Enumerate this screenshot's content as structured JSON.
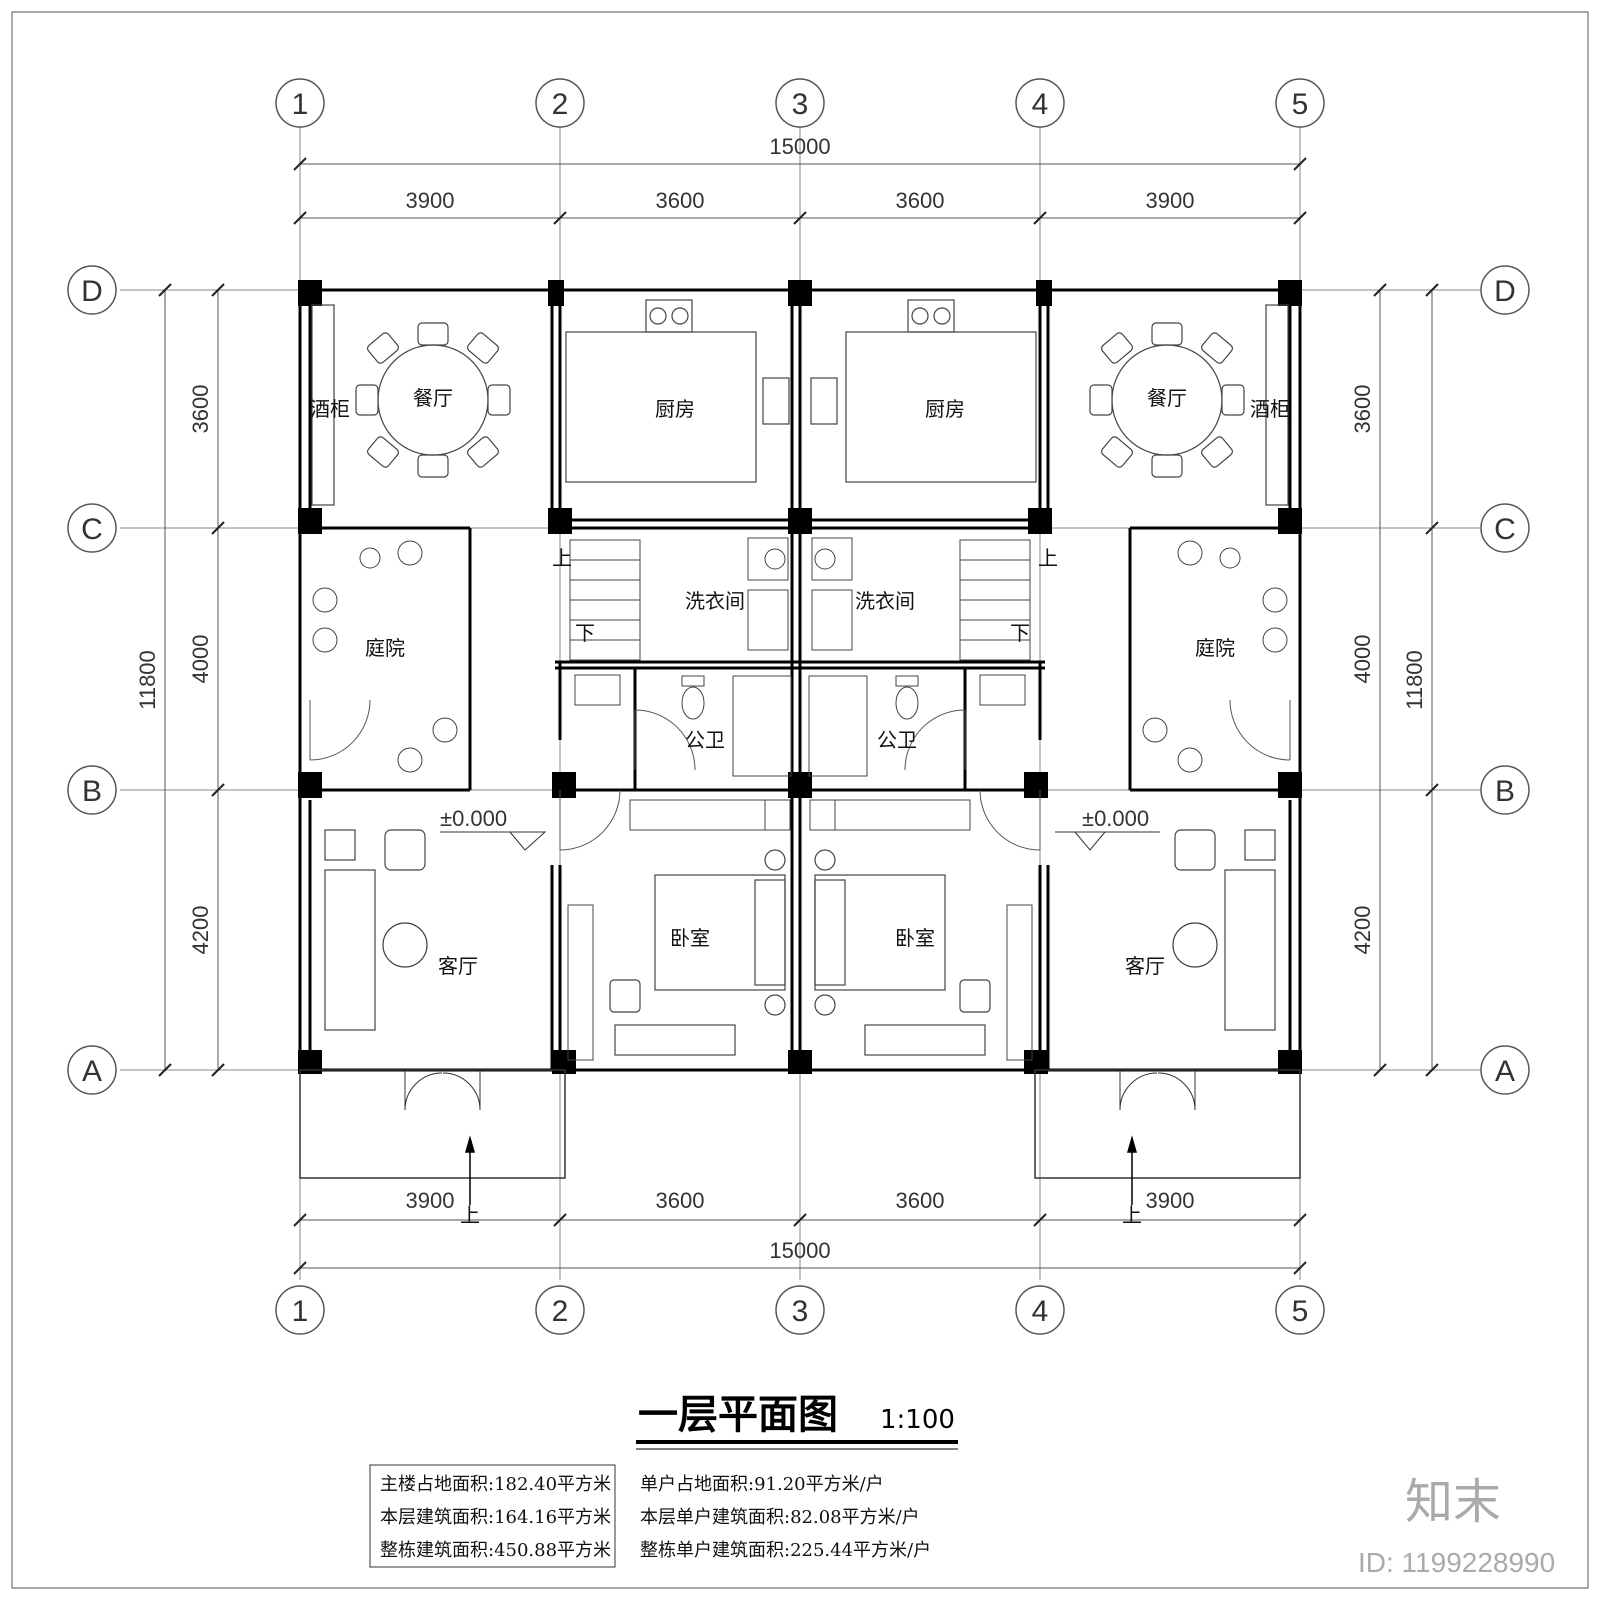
{
  "axes": {
    "columns": [
      "1",
      "2",
      "3",
      "4",
      "5"
    ],
    "rows": [
      "D",
      "C",
      "B",
      "A"
    ]
  },
  "dimensions": {
    "top_total": "15000",
    "top_segments": [
      "3900",
      "3600",
      "3600",
      "3900"
    ],
    "bottom_segments": [
      "3900",
      "3600",
      "3600",
      "3900"
    ],
    "bottom_total": "15000",
    "left_segments": [
      "3600",
      "4000",
      "4200"
    ],
    "left_total": "11800",
    "right_segments": [
      "3600",
      "4000",
      "4200"
    ],
    "right_total": "11800"
  },
  "rooms": {
    "wine_cabinet": "酒柜",
    "dining": "餐厅",
    "kitchen": "厨房",
    "courtyard": "庭院",
    "laundry": "洗衣间",
    "toilet": "公卫",
    "bedroom": "卧室",
    "living": "客厅"
  },
  "stairs": {
    "up": "上",
    "down": "下"
  },
  "elevation": "±0.000",
  "entry_up": "上",
  "title": "一层平面图",
  "scale": "1:100",
  "stats_left": [
    "主楼占地面积:182.40平方米",
    "本层建筑面积:164.16平方米",
    "整栋建筑面积:450.88平方米"
  ],
  "stats_right": [
    "单户占地面积:91.20平方米/户",
    "本层单户建筑面积:82.08平方米/户",
    "整栋单户建筑面积:225.44平方米/户"
  ],
  "watermark": {
    "logo": "知末",
    "id": "ID: 1199228990"
  }
}
